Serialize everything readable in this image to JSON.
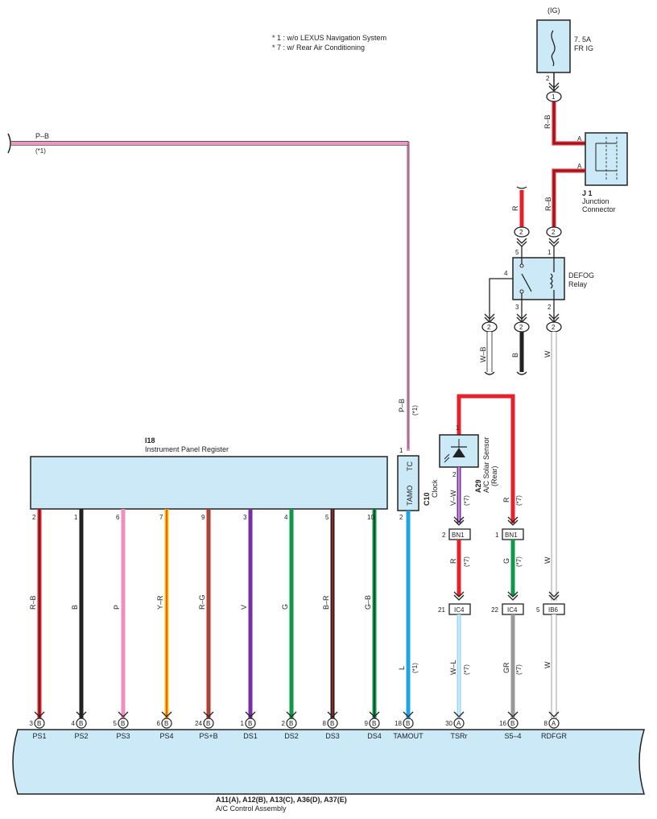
{
  "notes": [
    "* 1 : w/o LEXUS Navigation System",
    "* 7 : w/ Rear Air Conditioning"
  ],
  "ig": {
    "label": "(IG)",
    "fuse_rating": "7. 5A",
    "fuse_name": "FR IG",
    "pin": "2",
    "conn_num": "1"
  },
  "jc": {
    "code": "J 1",
    "name1": "Junction",
    "name2": "Connector",
    "pin_a1": "A",
    "pin_a2": "A"
  },
  "relay": {
    "name1": "DEFOG",
    "name2": "Relay",
    "pins": {
      "p1": "1",
      "p2": "2",
      "p3": "3",
      "p4": "4",
      "p5": "5"
    }
  },
  "panel": {
    "code": "I18",
    "name": "Instrument Panel Register",
    "pins": [
      {
        "pin": "2",
        "color": "R–B",
        "term": "PS1",
        "conn_pin": "3",
        "conn": "B"
      },
      {
        "pin": "1",
        "color": "B",
        "term": "PS2",
        "conn_pin": "4",
        "conn": "B"
      },
      {
        "pin": "6",
        "color": "P",
        "term": "PS3",
        "conn_pin": "5",
        "conn": "B"
      },
      {
        "pin": "7",
        "color": "Y–R",
        "term": "PS4",
        "conn_pin": "6",
        "conn": "B"
      },
      {
        "pin": "9",
        "color": "R–G",
        "term": "PS+B",
        "conn_pin": "24",
        "conn": "B"
      },
      {
        "pin": "3",
        "color": "V",
        "term": "DS1",
        "conn_pin": "1",
        "conn": "B"
      },
      {
        "pin": "4",
        "color": "G",
        "term": "DS2",
        "conn_pin": "2",
        "conn": "B"
      },
      {
        "pin": "5",
        "color": "B–R",
        "term": "DS3",
        "conn_pin": "8",
        "conn": "B"
      },
      {
        "pin": "10",
        "color": "G–B",
        "term": "DS4",
        "conn_pin": "9",
        "conn": "B"
      }
    ]
  },
  "clock": {
    "code": "C10",
    "name": "Clock",
    "pin_tc": "TC",
    "pin_tamo": "TAMO",
    "pin1": "1",
    "pin2": "2",
    "wire_top": "P–B",
    "wire_top_note": "(*1)",
    "wire_bottom": "L",
    "wire_bottom_note": "(*1)"
  },
  "top_wire": {
    "color": "P–B",
    "note": "(*1)"
  },
  "sensor": {
    "code": "A29",
    "name1": "A/C Solar Sensor",
    "name2": "(Rear)",
    "pin1": "1",
    "pin2": "2"
  },
  "ig_wire": {
    "upper": "R–B",
    "lower": "R–B"
  },
  "left_r_wire": "R",
  "relay_out": {
    "wb": "W–B",
    "b": "B",
    "w": "W"
  },
  "sens_r_wire": "R",
  "sens_r_note": "(*7)",
  "sens_vw_wire": "V–W",
  "sens_vw_note": "(*7)",
  "col_r_wire": "R",
  "col_r_note": "(*7)",
  "col_g_wire": "G",
  "col_g_note": "(*7)",
  "col_wl_wire": "W–L",
  "col_wl_note": "(*7)",
  "col_gr_wire": "GR",
  "col_gr_note": "(*7)",
  "col_w1": "W",
  "col_w2": "W",
  "col_w3": "W",
  "bn1_a": {
    "pin": "2",
    "name": "BN1"
  },
  "bn1_b": {
    "pin": "1",
    "name": "BN1"
  },
  "ic4_a": {
    "pin": "21",
    "name": "IC4"
  },
  "ic4_b": {
    "pin": "22",
    "name": "IC4"
  },
  "ib6": {
    "pin": "5",
    "name": "IB6"
  },
  "conn_circle": {
    "c1": "1",
    "c2a": "2",
    "c2b": "2",
    "c2c": "2",
    "c2d": "2",
    "c2e": "2"
  },
  "ac": {
    "codes": "A11(A), A12(B), A13(C), A36(D), A37(E)",
    "name": "A/C Control Assembly",
    "extra_pins": [
      {
        "conn_pin": "18",
        "conn": "B",
        "term": "TAMOUT"
      },
      {
        "conn_pin": "30",
        "conn": "A",
        "term": "TSRr"
      },
      {
        "conn_pin": "16",
        "conn": "B",
        "term": "S5–4"
      },
      {
        "conn_pin": "8",
        "conn": "A",
        "term": "RDFGR"
      }
    ]
  }
}
